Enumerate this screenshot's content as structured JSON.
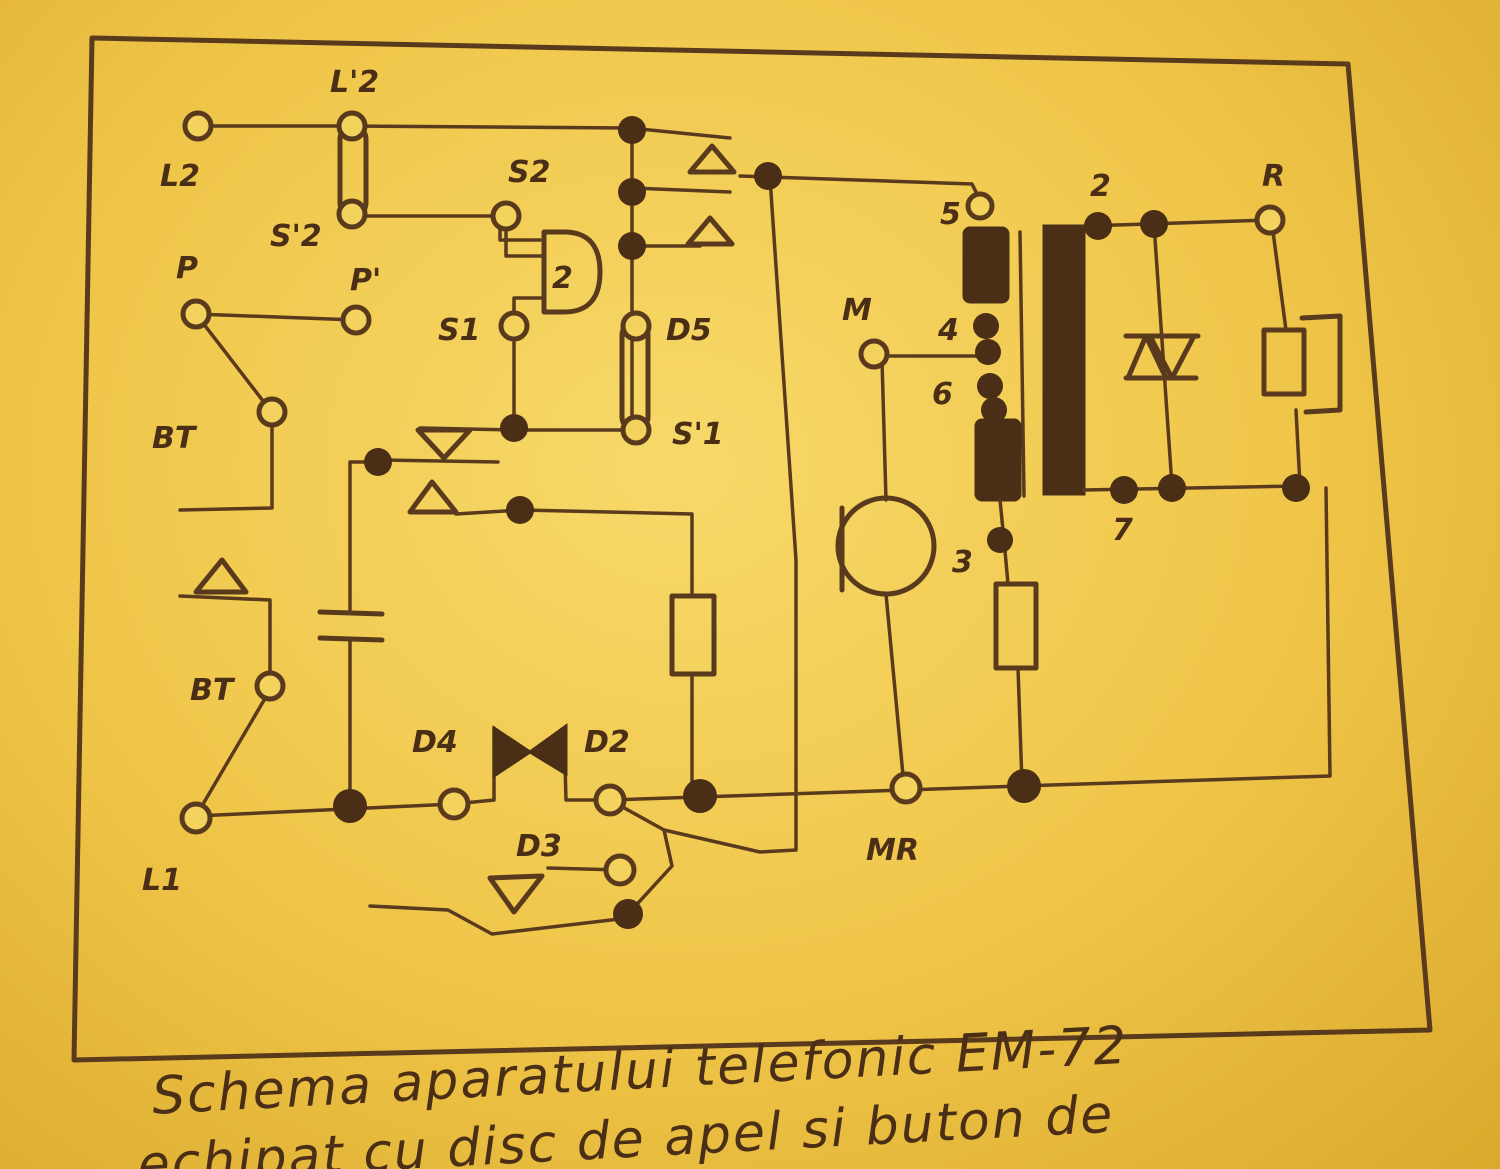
{
  "labels": {
    "L2": "L2",
    "L2p": "L'2",
    "S2": "S2",
    "S2p": "S'2",
    "P": "P",
    "Pp": "P'",
    "S1": "S1",
    "D5": "D5",
    "BT1": "BT",
    "S1p": "S'1",
    "BT2": "BT",
    "D4": "D4",
    "D2": "D2",
    "D3": "D3",
    "L1": "L1",
    "MR": "MR",
    "M": "M",
    "R": "R",
    "t2": "2",
    "t5": "5",
    "t4": "4",
    "t6": "6",
    "t3": "3",
    "t7": "7",
    "coil": "2"
  },
  "caption": {
    "line1": "Schema aparatului telefonic EM-72",
    "line2": "echipat cu disc de apel si buton de"
  },
  "colors": {
    "paper": "#f2cf52",
    "ink": "#4a2e16"
  }
}
